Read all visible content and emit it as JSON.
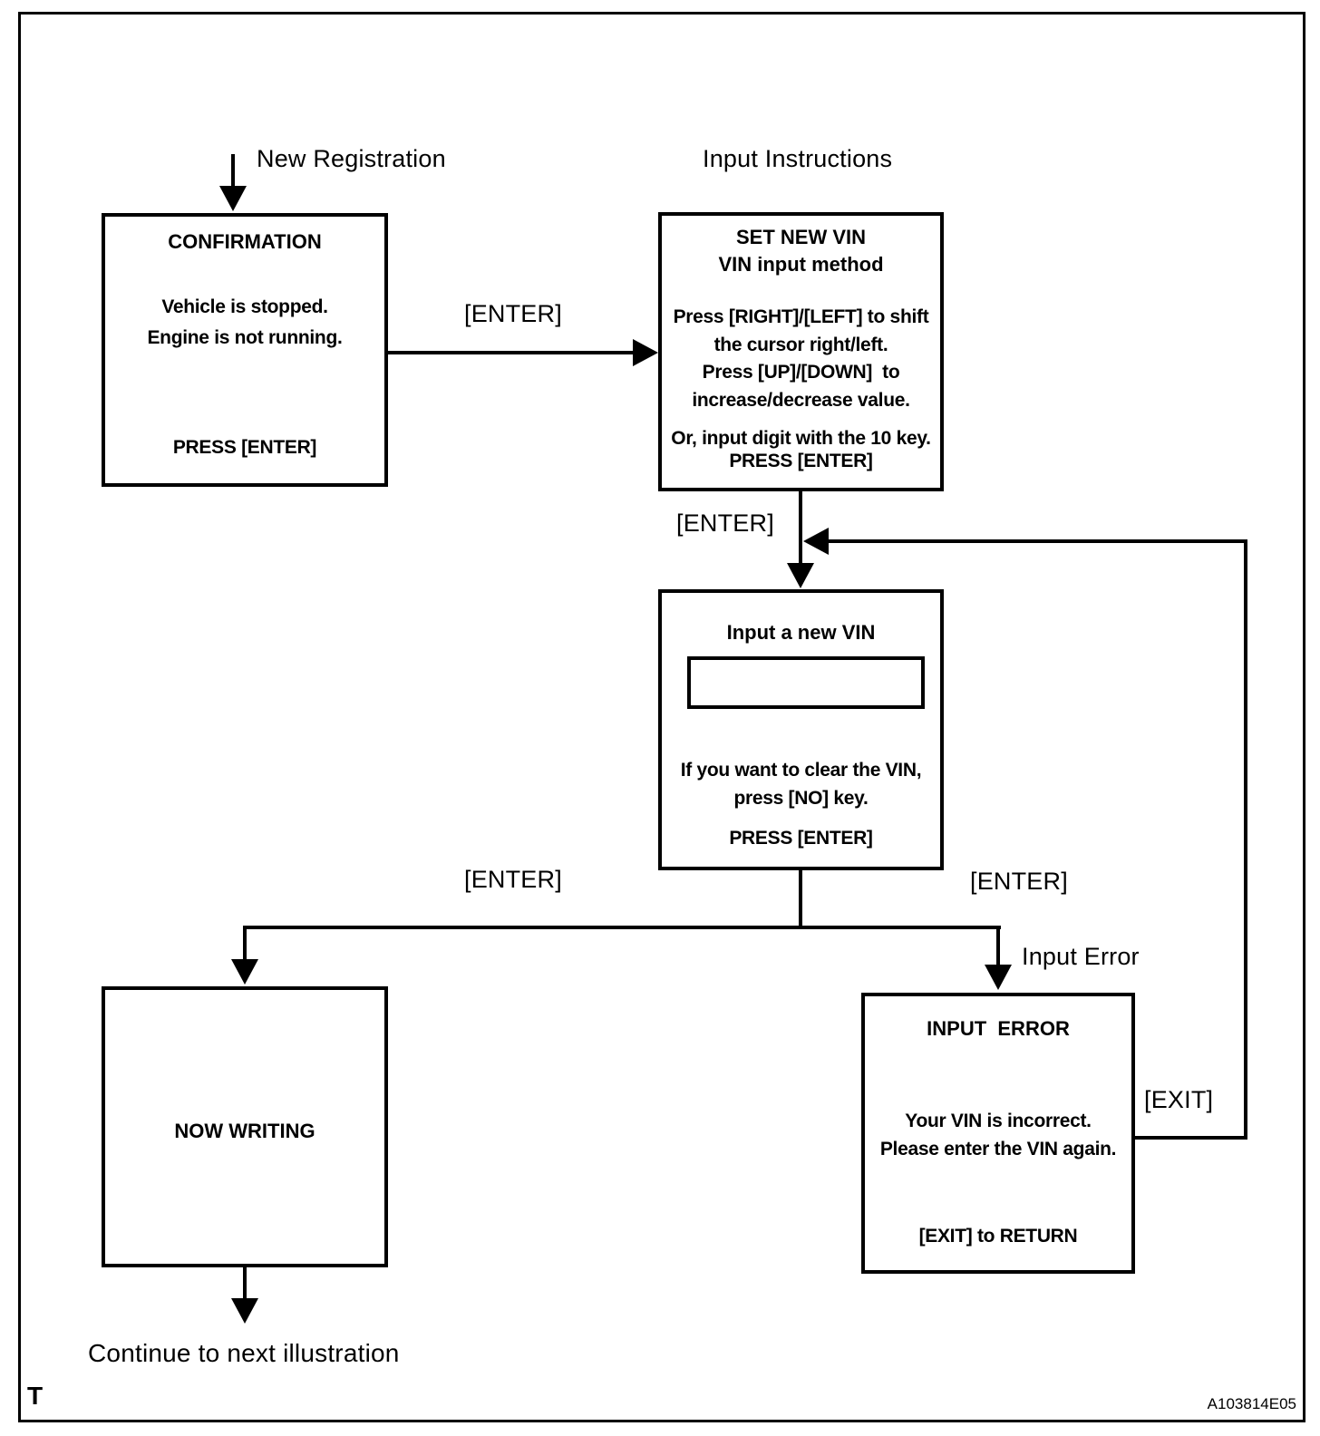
{
  "labels": {
    "new_registration": "New Registration",
    "input_instructions": "Input Instructions",
    "enter_top": "[ENTER]",
    "enter_mid": "[ENTER]",
    "enter_branch_left": "[ENTER]",
    "enter_branch_right": "[ENTER]",
    "input_error": "Input Error",
    "exit": "[EXIT]",
    "continue_note": "Continue to next illustration"
  },
  "boxes": {
    "confirmation": {
      "title": "CONFIRMATION",
      "line1": "Vehicle is stopped.",
      "line2": "Engine is not running.",
      "footer": "PRESS [ENTER]"
    },
    "set_new_vin": {
      "title": "SET NEW VIN",
      "subtitle": "VIN input method",
      "body1a": "Press [RIGHT]/[LEFT] to shift",
      "body1b": "the cursor right/left.",
      "body2a": "Press [UP]/[DOWN]  to",
      "body2b": "increase/decrease value.",
      "body3": "Or, input digit with the 10 key.",
      "footer": "PRESS [ENTER]"
    },
    "input_new_vin": {
      "title": "Input a new VIN",
      "vin_field_value": "",
      "note1": "If you want to clear the VIN,",
      "note2": "press [NO] key.",
      "footer": "PRESS [ENTER]"
    },
    "now_writing": {
      "title": "NOW WRITING"
    },
    "input_error": {
      "title": "INPUT  ERROR",
      "line1": "Your VIN is incorrect.",
      "line2": "Please enter the VIN again.",
      "footer": "[EXIT] to RETURN"
    }
  },
  "page": {
    "marker": "T",
    "figure_code": "A103814E05"
  },
  "colors": {
    "line": "#000000",
    "background": "#ffffff"
  }
}
